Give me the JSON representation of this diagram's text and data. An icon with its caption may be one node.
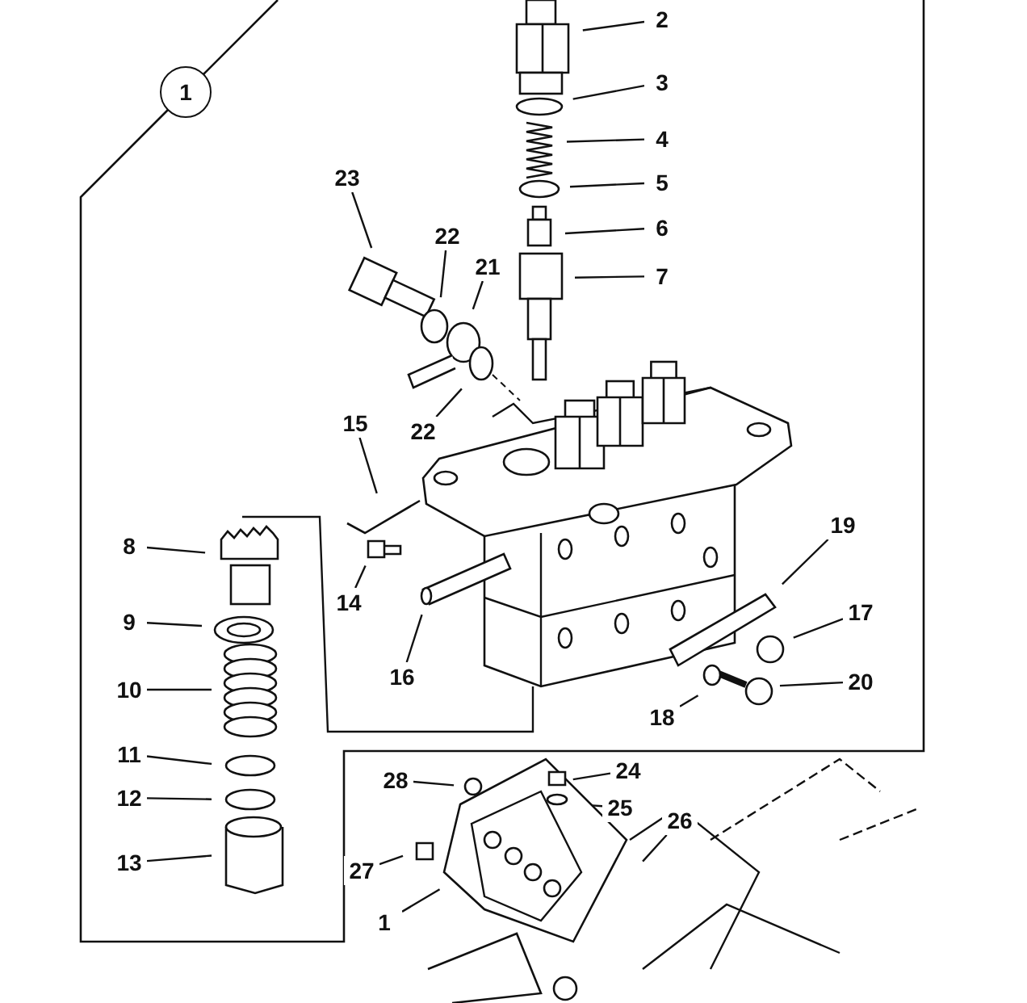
{
  "diagram": {
    "nodes": [
      {
        "text": [
          "1"
        ]
      },
      {
        "text": [
          "2"
        ]
      },
      {
        "text": [
          "3"
        ]
      },
      {
        "text": [
          "4"
        ]
      },
      {
        "text": [
          "5"
        ]
      },
      {
        "text": [
          "23"
        ]
      },
      {
        "text": [
          "6"
        ]
      },
      {
        "text": [
          "22"
        ]
      },
      {
        "text": [
          "21"
        ]
      },
      {
        "text": [
          "7"
        ]
      },
      {
        "text": [
          "15"
        ]
      },
      {
        "text": [
          "22"
        ]
      },
      {
        "text": [
          "19"
        ]
      },
      {
        "text": [
          "8"
        ]
      },
      {
        "text": [
          "14"
        ]
      },
      {
        "text": [
          "17"
        ]
      },
      {
        "text": [
          "9"
        ]
      },
      {
        "text": [
          "16"
        ]
      },
      {
        "text": [
          "20"
        ]
      },
      {
        "text": [
          "10"
        ]
      },
      {
        "text": [
          "18"
        ]
      },
      {
        "text": [
          "11"
        ]
      },
      {
        "text": [
          "24"
        ]
      },
      {
        "text": [
          "28"
        ]
      },
      {
        "text": [
          "12"
        ]
      },
      {
        "text": [
          "25"
        ]
      },
      {
        "text": [
          "26"
        ]
      },
      {
        "text": [
          "13"
        ]
      },
      {
        "text": [
          "27"
        ]
      },
      {
        "text": [
          "1"
        ]
      }
    ],
    "edges": [
      {
        "from": 1,
        "to": null,
        "arrow": "none"
      },
      {
        "from": 2,
        "to": null,
        "arrow": "none"
      },
      {
        "from": 3,
        "to": null,
        "arrow": "none"
      },
      {
        "from": 4,
        "to": null,
        "arrow": "none"
      },
      {
        "from": 5,
        "to": null,
        "arrow": "none"
      },
      {
        "from": 6,
        "to": null,
        "arrow": "none"
      },
      {
        "from": 7,
        "to": null,
        "arrow": "none"
      },
      {
        "from": 8,
        "to": null,
        "arrow": "none"
      },
      {
        "from": 9,
        "to": null,
        "arrow": "none"
      },
      {
        "from": 10,
        "to": null,
        "arrow": "none"
      },
      {
        "from": 11,
        "to": null,
        "arrow": "none"
      },
      {
        "from": 12,
        "to": null,
        "arrow": "none"
      },
      {
        "from": 13,
        "to": null,
        "arrow": "none"
      },
      {
        "from": 14,
        "to": null,
        "arrow": "none"
      },
      {
        "from": 15,
        "to": null,
        "arrow": "none"
      },
      {
        "from": 16,
        "to": null,
        "arrow": "none"
      },
      {
        "from": 17,
        "to": null,
        "arrow": "none"
      },
      {
        "from": 18,
        "to": null,
        "arrow": "none"
      },
      {
        "from": 19,
        "to": null,
        "arrow": "none"
      },
      {
        "from": 20,
        "to": null,
        "arrow": "none"
      },
      {
        "from": 21,
        "to": null,
        "arrow": "none"
      },
      {
        "from": 22,
        "to": null,
        "arrow": "none"
      },
      {
        "from": 23,
        "to": null,
        "arrow": "none"
      },
      {
        "from": 24,
        "to": null,
        "arrow": "none"
      },
      {
        "from": 25,
        "to": null,
        "arrow": "none"
      },
      {
        "from": 26,
        "to": null,
        "arrow": "none"
      },
      {
        "from": 27,
        "to": null,
        "arrow": "none"
      },
      {
        "from": 28,
        "to": null,
        "arrow": "none"
      },
      {
        "from": 29,
        "to": null,
        "arrow": "none"
      }
    ]
  }
}
